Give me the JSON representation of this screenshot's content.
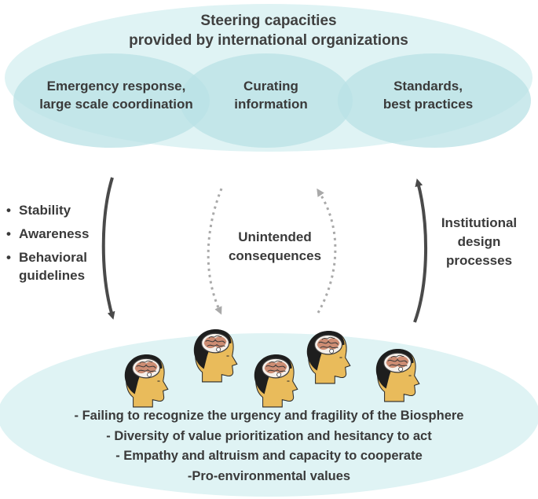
{
  "top": {
    "title_line1": "Steering capacities",
    "title_line2": "provided by international organizations",
    "capacities": [
      {
        "line1": "Emergency response,",
        "line2": "large scale coordination"
      },
      {
        "line1": "Curating",
        "line2": "information"
      },
      {
        "line1": "Standards,",
        "line2": "best practices"
      }
    ]
  },
  "left_arrow": {
    "bullets": [
      "Stability",
      "Awareness",
      "Behavioral guidelines"
    ]
  },
  "middle_arrows": {
    "line1": "Unintended",
    "line2": "consequences"
  },
  "right_arrow": {
    "line1": "Institutional",
    "line2": "design",
    "line3": "processes"
  },
  "bottom": {
    "items": [
      "- Failing to recognize the urgency and fragility of the Biosphere",
      "- Diversity of value prioritization and hesitancy to act",
      "- Empathy and altruism and capacity to cooperate",
      "-Pro-environmental values"
    ]
  },
  "colors": {
    "outer_ellipse": "#dff3f4",
    "inner_ellipse": "#b9e1e5",
    "arrow_solid": "#4a4a4a",
    "arrow_dashed": "#a9a9a9",
    "face": "#e9bb5b",
    "hair": "#1e1e1e",
    "brain": "#c77b5e"
  }
}
